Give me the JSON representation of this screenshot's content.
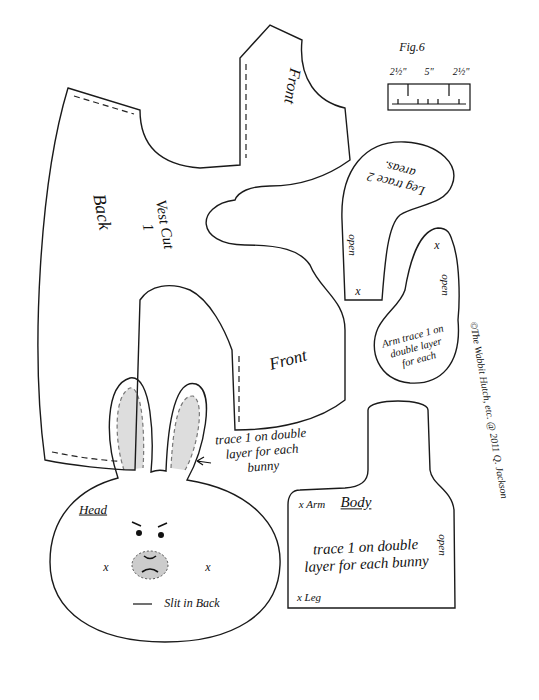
{
  "diagram": {
    "nodes": [
      {
        "text": [
          "Vest Cut 1",
          "Back",
          "Front",
          "Front"
        ]
      },
      {
        "text": [
          "Leg trace 2 areas.",
          "open",
          "x"
        ]
      },
      {
        "text": [
          "Arm trace 1 on double layer for each",
          "open",
          "x"
        ]
      },
      {
        "text": [
          "Head",
          "x",
          "x",
          "Slit in Back"
        ]
      },
      {
        "text": [
          "Body",
          "trace 1 on double layer for each bunny",
          "open",
          "x Arm",
          "x Leg"
        ]
      }
    ],
    "labels": [
      "Fig.6",
      "2½\"",
      "5\"",
      "2½\"",
      "trace 1 on double layer for each bunny",
      "©The Wabbit Hutch, etc. @ 2011 Q. Jackson"
    ]
  }
}
